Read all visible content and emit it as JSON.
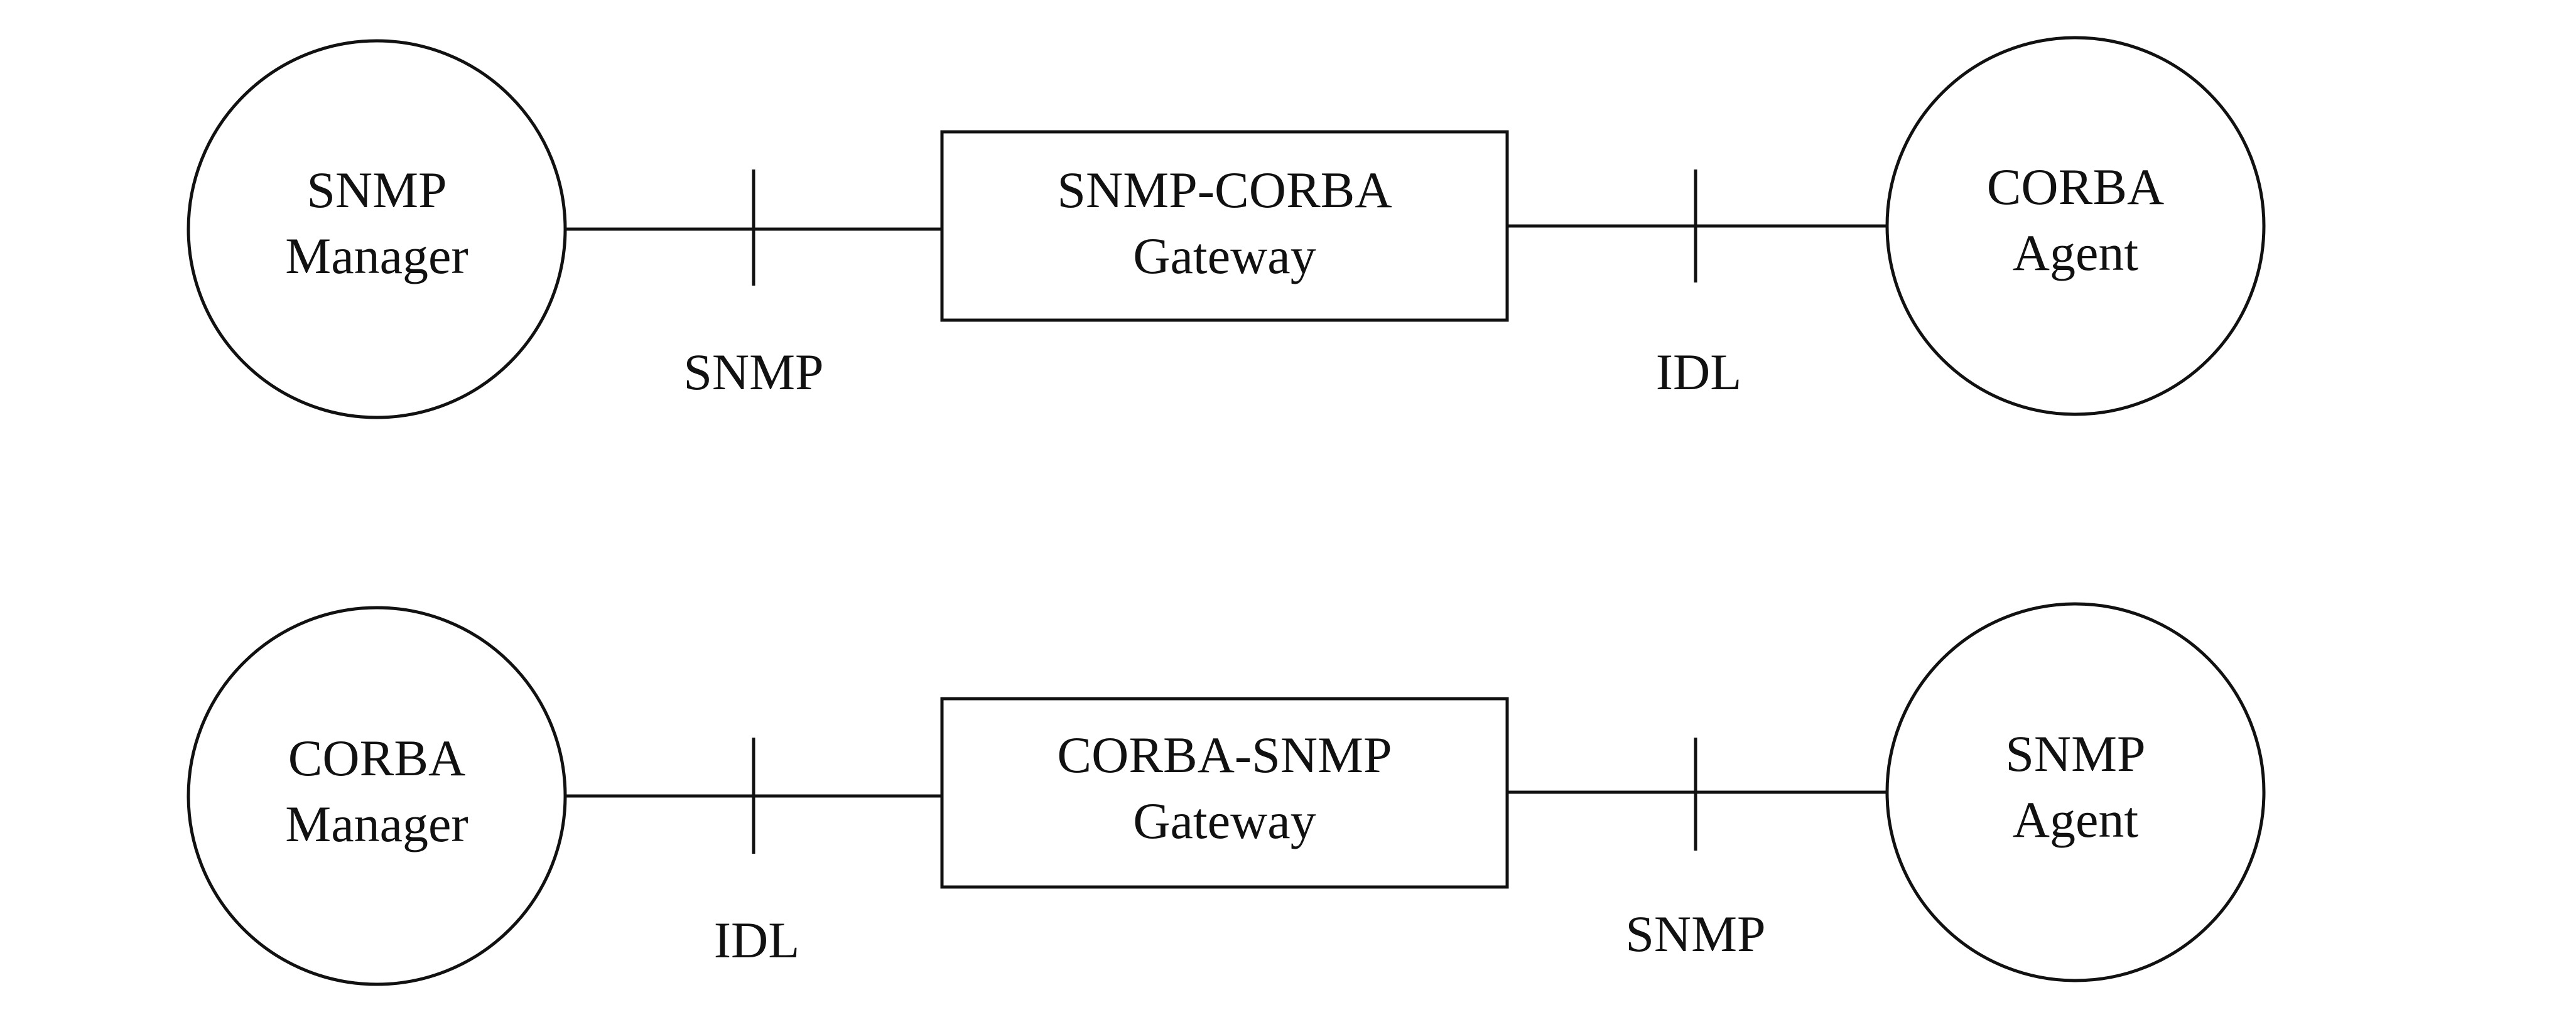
{
  "diagram": {
    "rows": [
      {
        "manager": [
          "SNMP",
          "Manager"
        ],
        "gateway": [
          "SNMP-CORBA",
          "Gateway"
        ],
        "agent": [
          "CORBA",
          "Agent"
        ],
        "left_protocol": "SNMP",
        "right_protocol": "IDL"
      },
      {
        "manager": [
          "CORBA",
          "Manager"
        ],
        "gateway": [
          "CORBA-SNMP",
          "Gateway"
        ],
        "agent": [
          "SNMP",
          "Agent"
        ],
        "left_protocol": "IDL",
        "right_protocol": "SNMP"
      }
    ]
  },
  "colors": {
    "stroke": "#111111",
    "background": "#ffffff"
  }
}
